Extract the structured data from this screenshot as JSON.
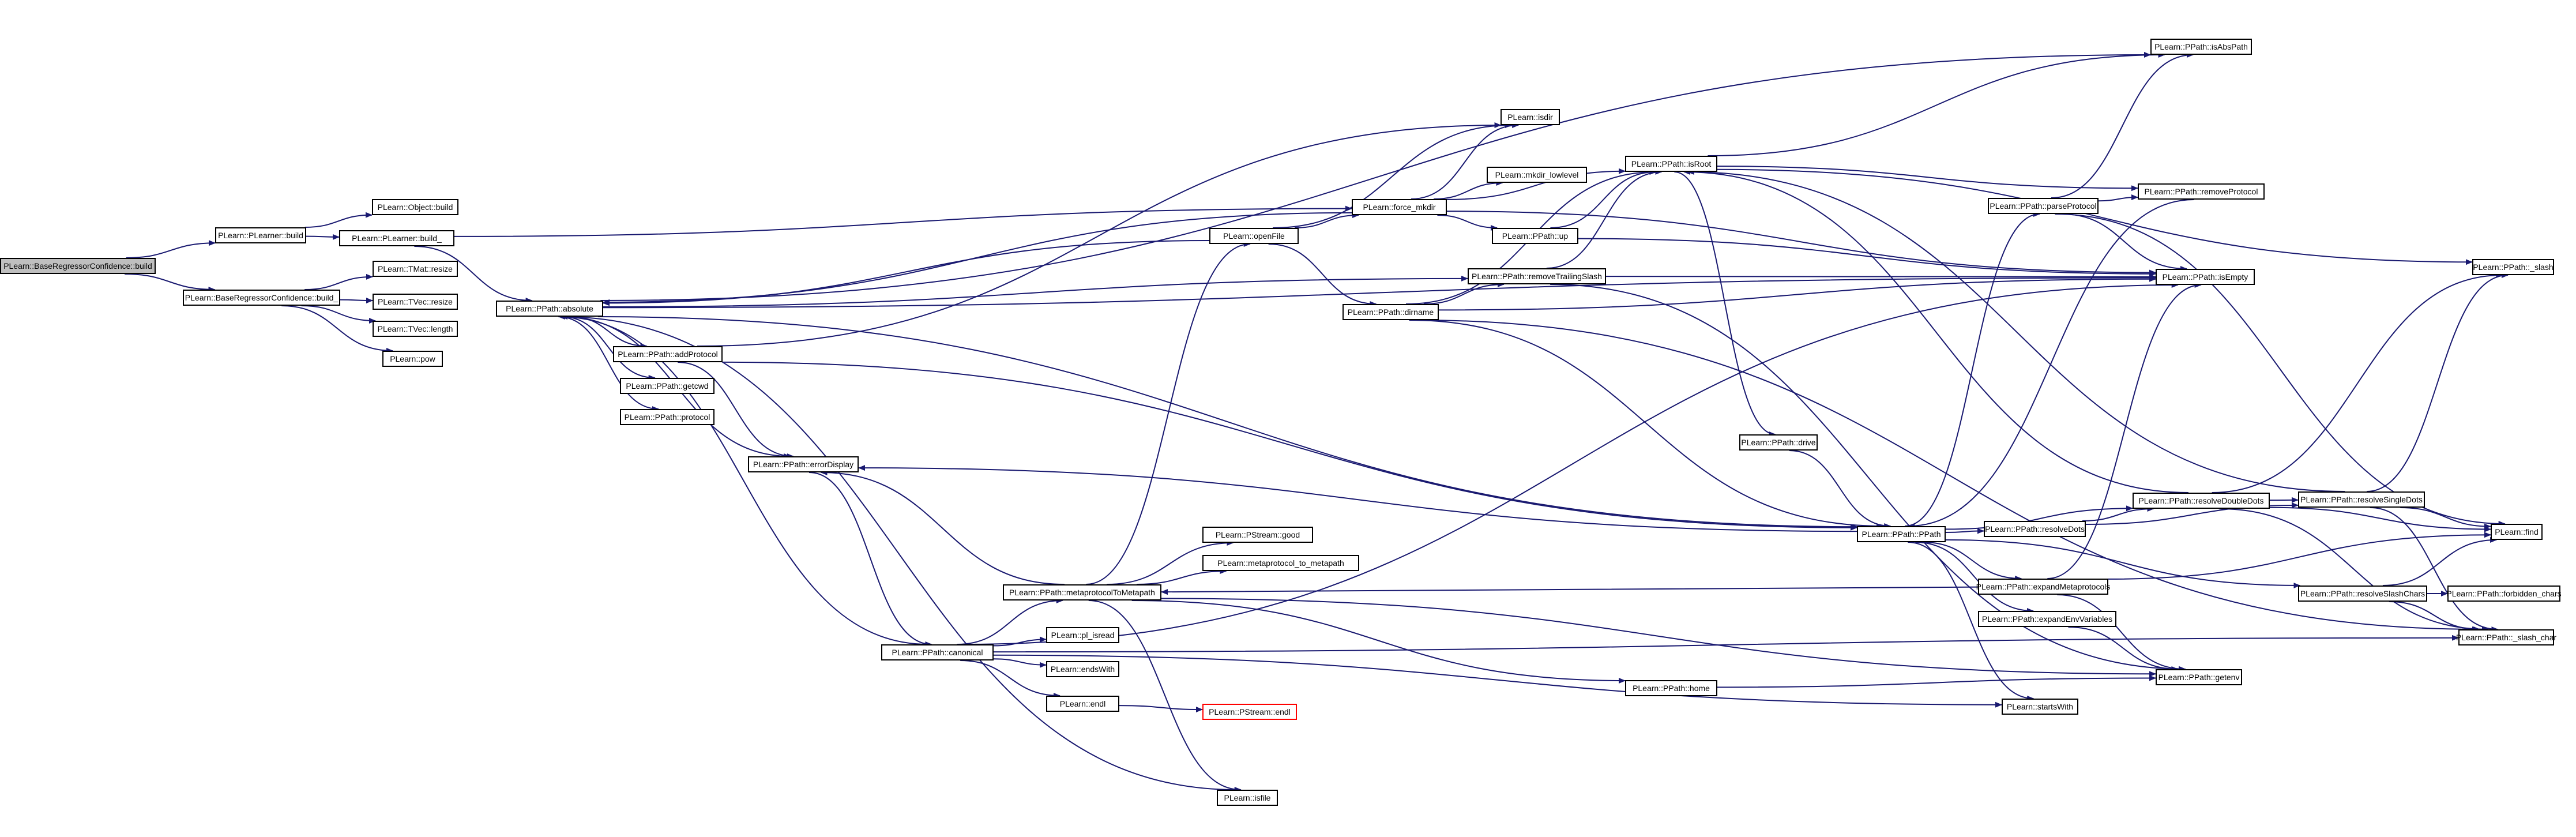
{
  "diagram": {
    "type": "call-graph",
    "edge_color": "#191970",
    "root_fill": "#bfbfbf",
    "truncated_border_color": "#ff0000",
    "nodes": [
      {
        "id": "n0",
        "label": "PLearn::BaseRegressorConfidence::build",
        "root": true
      },
      {
        "id": "n1",
        "label": "PLearn::PLearner::build"
      },
      {
        "id": "n2",
        "label": "PLearn::BaseRegressorConfidence::build_"
      },
      {
        "id": "n3",
        "label": "PLearn::Object::build"
      },
      {
        "id": "n4",
        "label": "PLearn::PLearner::build_"
      },
      {
        "id": "n5",
        "label": "PLearn::TMat::resize"
      },
      {
        "id": "n6",
        "label": "PLearn::TVec::resize"
      },
      {
        "id": "n7",
        "label": "PLearn::TVec::length"
      },
      {
        "id": "n8",
        "label": "PLearn::pow"
      },
      {
        "id": "n9",
        "label": "PLearn::PPath::absolute"
      },
      {
        "id": "n10",
        "label": "PLearn::PPath::addProtocol"
      },
      {
        "id": "n11",
        "label": "PLearn::PPath::getcwd"
      },
      {
        "id": "n12",
        "label": "PLearn::PPath::protocol"
      },
      {
        "id": "n13",
        "label": "PLearn::PPath::errorDisplay"
      },
      {
        "id": "n14",
        "label": "PLearn::PPath::canonical"
      },
      {
        "id": "n15",
        "label": "PLearn::PPath::metaprotocolToMetapath"
      },
      {
        "id": "n16",
        "label": "PLearn::pl_isread"
      },
      {
        "id": "n17",
        "label": "PLearn::endsWith"
      },
      {
        "id": "n18",
        "label": "PLearn::endl"
      },
      {
        "id": "n19",
        "label": "PLearn::isfile"
      },
      {
        "id": "n20",
        "label": "PLearn::PStream::good"
      },
      {
        "id": "n21",
        "label": "PLearn::metaprotocol_to_metapath"
      },
      {
        "id": "n22",
        "label": "PLearn::PStream::endl",
        "truncated": true
      },
      {
        "id": "n23",
        "label": "PLearn::openFile"
      },
      {
        "id": "n24",
        "label": "PLearn::force_mkdir"
      },
      {
        "id": "n25",
        "label": "PLearn::isdir"
      },
      {
        "id": "n26",
        "label": "PLearn::mkdir_lowlevel"
      },
      {
        "id": "n27",
        "label": "PLearn::PPath::up"
      },
      {
        "id": "n28",
        "label": "PLearn::PPath::dirname"
      },
      {
        "id": "n29",
        "label": "PLearn::PPath::removeTrailingSlash"
      },
      {
        "id": "n30",
        "label": "PLearn::PPath::isRoot"
      },
      {
        "id": "n31",
        "label": "PLearn::PPath::drive"
      },
      {
        "id": "n32",
        "label": "PLearn::PPath::PPath"
      },
      {
        "id": "n33",
        "label": "PLearn::PPath::home"
      },
      {
        "id": "n34",
        "label": "PLearn::PPath::isAbsPath"
      },
      {
        "id": "n35",
        "label": "PLearn::PPath::parseProtocol"
      },
      {
        "id": "n36",
        "label": "PLearn::PPath::removeProtocol"
      },
      {
        "id": "n37",
        "label": "PLearn::PPath::isEmpty"
      },
      {
        "id": "n38",
        "label": "PLearn::PPath::resolveDots"
      },
      {
        "id": "n39",
        "label": "PLearn::PPath::resolveDoubleDots"
      },
      {
        "id": "n40",
        "label": "PLearn::PPath::expandMetaprotocols"
      },
      {
        "id": "n41",
        "label": "PLearn::PPath::expandEnvVariables"
      },
      {
        "id": "n42",
        "label": "PLearn::PPath::getenv"
      },
      {
        "id": "n43",
        "label": "PLearn::startsWith"
      },
      {
        "id": "n44",
        "label": "PLearn::PPath::resolveSingleDots"
      },
      {
        "id": "n45",
        "label": "PLearn::PPath::resolveSlashChars"
      },
      {
        "id": "n46",
        "label": "PLearn::PPath::_slash"
      },
      {
        "id": "n47",
        "label": "PLearn::find"
      },
      {
        "id": "n48",
        "label": "PLearn::PPath::forbidden_chars"
      },
      {
        "id": "n49",
        "label": "PLearn::PPath::_slash_char"
      }
    ],
    "edges": [
      [
        "n0",
        "n1"
      ],
      [
        "n0",
        "n2"
      ],
      [
        "n1",
        "n3"
      ],
      [
        "n1",
        "n4"
      ],
      [
        "n4",
        "n9"
      ],
      [
        "n4",
        "n24"
      ],
      [
        "n2",
        "n5"
      ],
      [
        "n2",
        "n6"
      ],
      [
        "n2",
        "n7"
      ],
      [
        "n2",
        "n8"
      ],
      [
        "n9",
        "n10"
      ],
      [
        "n9",
        "n11"
      ],
      [
        "n9",
        "n12"
      ],
      [
        "n9",
        "n13"
      ],
      [
        "n9",
        "n37"
      ],
      [
        "n9",
        "n34"
      ],
      [
        "n9",
        "n29"
      ],
      [
        "n9",
        "n32"
      ],
      [
        "n10",
        "n13"
      ],
      [
        "n10",
        "n25"
      ],
      [
        "n10",
        "n32"
      ],
      [
        "n13",
        "n14"
      ],
      [
        "n14",
        "n9"
      ],
      [
        "n14",
        "n15"
      ],
      [
        "n14",
        "n16"
      ],
      [
        "n14",
        "n17"
      ],
      [
        "n14",
        "n18"
      ],
      [
        "n14",
        "n43"
      ],
      [
        "n14",
        "n49"
      ],
      [
        "n14",
        "n37"
      ],
      [
        "n15",
        "n20"
      ],
      [
        "n15",
        "n21"
      ],
      [
        "n15",
        "n13"
      ],
      [
        "n15",
        "n19"
      ],
      [
        "n15",
        "n23"
      ],
      [
        "n15",
        "n33"
      ],
      [
        "n15",
        "n42"
      ],
      [
        "n18",
        "n22"
      ],
      [
        "n19",
        "n9"
      ],
      [
        "n23",
        "n9"
      ],
      [
        "n23",
        "n24"
      ],
      [
        "n23",
        "n25"
      ],
      [
        "n23",
        "n28"
      ],
      [
        "n24",
        "n9"
      ],
      [
        "n24",
        "n25"
      ],
      [
        "n24",
        "n26"
      ],
      [
        "n24",
        "n27"
      ],
      [
        "n24",
        "n30"
      ],
      [
        "n24",
        "n37"
      ],
      [
        "n27",
        "n30"
      ],
      [
        "n27",
        "n37"
      ],
      [
        "n28",
        "n29"
      ],
      [
        "n28",
        "n30"
      ],
      [
        "n28",
        "n32"
      ],
      [
        "n28",
        "n37"
      ],
      [
        "n28",
        "n49"
      ],
      [
        "n29",
        "n30"
      ],
      [
        "n29",
        "n37"
      ],
      [
        "n29",
        "n42"
      ],
      [
        "n30",
        "n31"
      ],
      [
        "n30",
        "n34"
      ],
      [
        "n30",
        "n36"
      ],
      [
        "n30",
        "n46"
      ],
      [
        "n31",
        "n32"
      ],
      [
        "n32",
        "n13"
      ],
      [
        "n32",
        "n35"
      ],
      [
        "n32",
        "n38"
      ],
      [
        "n32",
        "n39"
      ],
      [
        "n32",
        "n40"
      ],
      [
        "n32",
        "n41"
      ],
      [
        "n32",
        "n43"
      ],
      [
        "n32",
        "n45"
      ],
      [
        "n33",
        "n42"
      ],
      [
        "n35",
        "n34"
      ],
      [
        "n35",
        "n36"
      ],
      [
        "n35",
        "n37"
      ],
      [
        "n35",
        "n47"
      ],
      [
        "n38",
        "n39"
      ],
      [
        "n38",
        "n44"
      ],
      [
        "n39",
        "n44"
      ],
      [
        "n39",
        "n30"
      ],
      [
        "n39",
        "n46"
      ],
      [
        "n39",
        "n47"
      ],
      [
        "n39",
        "n49"
      ],
      [
        "n40",
        "n15"
      ],
      [
        "n40",
        "n37"
      ],
      [
        "n40",
        "n42"
      ],
      [
        "n40",
        "n47"
      ],
      [
        "n41",
        "n42"
      ],
      [
        "n44",
        "n30"
      ],
      [
        "n44",
        "n46"
      ],
      [
        "n44",
        "n47"
      ],
      [
        "n44",
        "n49"
      ],
      [
        "n45",
        "n48"
      ],
      [
        "n45",
        "n47"
      ],
      [
        "n45",
        "n49"
      ],
      [
        "n36",
        "n32"
      ]
    ]
  }
}
